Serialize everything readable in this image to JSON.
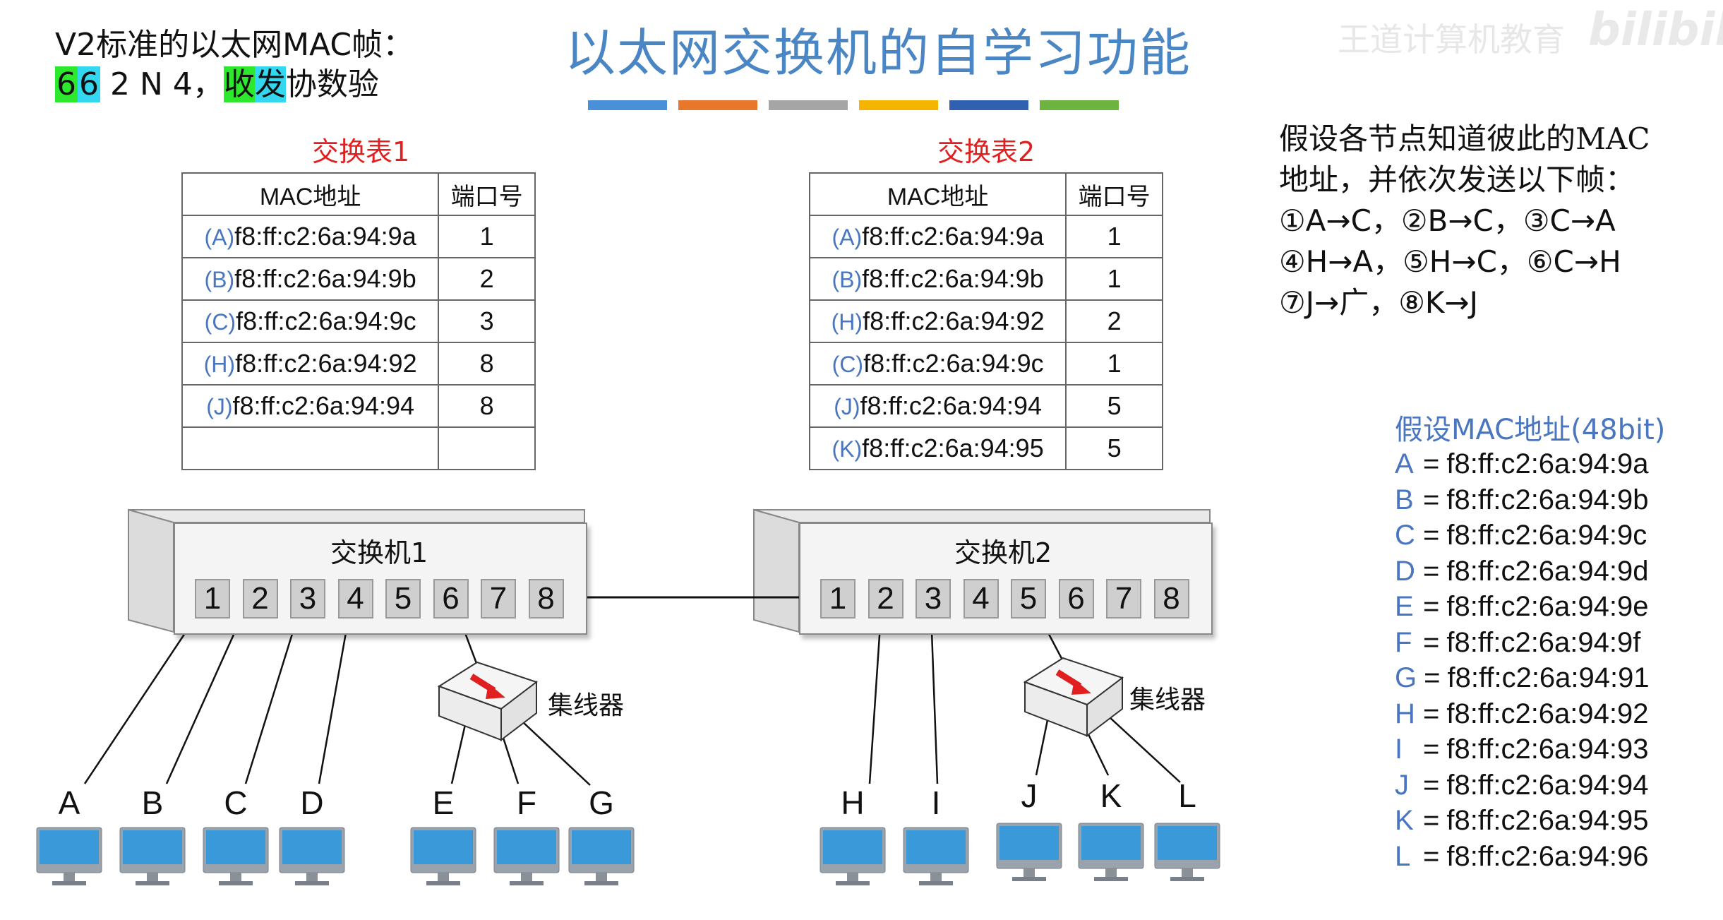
{
  "header": {
    "line1": "V2标准的以太网MAC帧：",
    "chip1": "6",
    "chip2": "6",
    "rest1": " 2 N 4，",
    "chip3": "收",
    "chip4": "发",
    "rest2": "协数验"
  },
  "title": "以太网交换机的自学习功能",
  "watermark": "王道计算机教育",
  "watermark2": "bilibili",
  "title_bar_colors": [
    "#4a90d9",
    "#e8762b",
    "#a5a5a5",
    "#f4b400",
    "#3060b0",
    "#6db33f"
  ],
  "table1": {
    "caption": "交换表1",
    "headers": [
      "MAC地址",
      "端口号"
    ],
    "rows": [
      {
        "tag": "(A)",
        "mac": "f8:ff:c2:6a:94:9a",
        "port": "1"
      },
      {
        "tag": "(B)",
        "mac": "f8:ff:c2:6a:94:9b",
        "port": "2"
      },
      {
        "tag": "(C)",
        "mac": "f8:ff:c2:6a:94:9c",
        "port": "3"
      },
      {
        "tag": "(H)",
        "mac": "f8:ff:c2:6a:94:92",
        "port": "8"
      },
      {
        "tag": "(J)",
        "mac": "f8:ff:c2:6a:94:94",
        "port": "8"
      },
      {
        "tag": "",
        "mac": "",
        "port": ""
      }
    ]
  },
  "table2": {
    "caption": "交换表2",
    "headers": [
      "MAC地址",
      "端口号"
    ],
    "rows": [
      {
        "tag": "(A)",
        "mac": "f8:ff:c2:6a:94:9a",
        "port": "1"
      },
      {
        "tag": "(B)",
        "mac": "f8:ff:c2:6a:94:9b",
        "port": "1"
      },
      {
        "tag": "(H)",
        "mac": "f8:ff:c2:6a:94:92",
        "port": "2"
      },
      {
        "tag": "(C)",
        "mac": "f8:ff:c2:6a:94:9c",
        "port": "1"
      },
      {
        "tag": "(J)",
        "mac": "f8:ff:c2:6a:94:94",
        "port": "5"
      },
      {
        "tag": "(K)",
        "mac": "f8:ff:c2:6a:94:95",
        "port": "5"
      }
    ]
  },
  "switch1": {
    "label": "交换机1",
    "ports": [
      "1",
      "2",
      "3",
      "4",
      "5",
      "6",
      "7",
      "8"
    ]
  },
  "switch2": {
    "label": "交换机2",
    "ports": [
      "1",
      "2",
      "3",
      "4",
      "5",
      "6",
      "7",
      "8"
    ]
  },
  "hub_label": "集线器",
  "hosts": [
    "A",
    "B",
    "C",
    "D",
    "E",
    "F",
    "G",
    "H",
    "I",
    "J",
    "K",
    "L"
  ],
  "assume": {
    "line1": "假设各节点知道彼此的MAC",
    "line2": "地址，并依次发送以下帧：",
    "line3": "①A→C，②B→C，③C→A",
    "line4": "④H→A，⑤H→C，⑥C→H",
    "line5": "⑦J→广，⑧K→J"
  },
  "mac_list": {
    "title": "假设MAC地址(48bit)",
    "items": [
      {
        "k": "A",
        "v": "f8:ff:c2:6a:94:9a"
      },
      {
        "k": "B",
        "v": "f8:ff:c2:6a:94:9b"
      },
      {
        "k": "C",
        "v": "f8:ff:c2:6a:94:9c"
      },
      {
        "k": "D",
        "v": "f8:ff:c2:6a:94:9d"
      },
      {
        "k": "E",
        "v": "f8:ff:c2:6a:94:9e"
      },
      {
        "k": "F",
        "v": "f8:ff:c2:6a:94:9f"
      },
      {
        "k": "G",
        "v": "f8:ff:c2:6a:94:91"
      },
      {
        "k": "H",
        "v": "f8:ff:c2:6a:94:92"
      },
      {
        "k": "I",
        "v": "f8:ff:c2:6a:94:93"
      },
      {
        "k": "J",
        "v": "f8:ff:c2:6a:94:94"
      },
      {
        "k": "K",
        "v": "f8:ff:c2:6a:94:95"
      },
      {
        "k": "L",
        "v": "f8:ff:c2:6a:94:96"
      }
    ]
  }
}
